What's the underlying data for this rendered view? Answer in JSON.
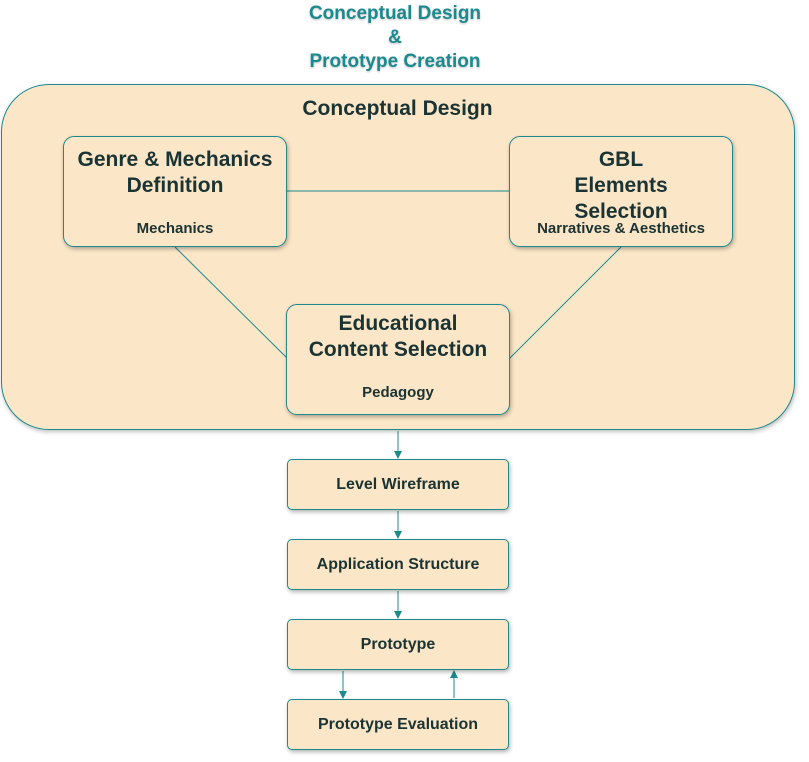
{
  "header": {
    "title_lines": [
      "Conceptual Design",
      "&",
      "Prototype Creation"
    ]
  },
  "container": {
    "title": "Conceptual Design"
  },
  "nodes": {
    "genre": {
      "title": "Genre & Mechanics Definition",
      "subtitle": "Mechanics"
    },
    "gbl": {
      "title": "GBL Elements Selection",
      "subtitle": "Narratives & Aesthetics"
    },
    "educational": {
      "title": "Educational Content Selection",
      "subtitle": "Pedagogy"
    }
  },
  "steps": {
    "level_wireframe": "Level Wireframe",
    "application_structure": "Application Structure",
    "prototype": "Prototype",
    "prototype_evaluation": "Prototype Evaluation"
  },
  "colors": {
    "accent": "#1a8a8f",
    "fill": "#fce6c8",
    "text": "#1a3333"
  }
}
